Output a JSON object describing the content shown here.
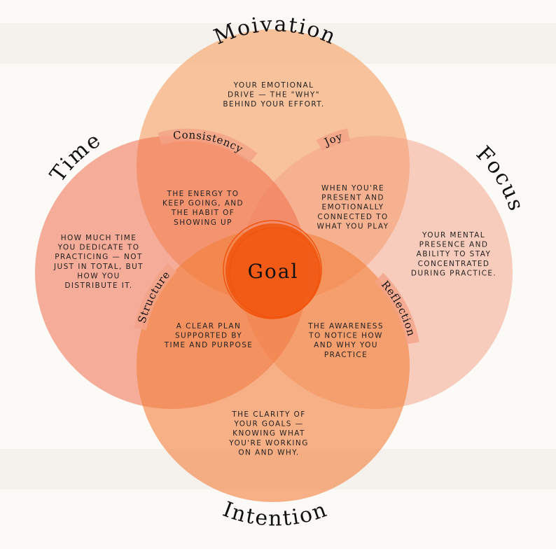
{
  "colors": {
    "background": "#fcfaf6",
    "band": "#f5f2ed",
    "motivation": "#f6ac78",
    "focus": "#f4a287",
    "time": "#ef6f4e",
    "intention": "#f37f3a",
    "goal": "#f0530c",
    "text": "#222222"
  },
  "circles": {
    "motivation": {
      "title": "Moivation",
      "lines": [
        "YOUR EMOTIONAL",
        "DRIVE — THE \"WHY\"",
        "BEHIND YOUR EFFORT."
      ]
    },
    "focus": {
      "title": "Focus",
      "lines": [
        "YOUR MENTAL",
        "PRESENCE AND",
        "ABILITY TO STAY",
        "CONCENTRATED",
        "DURING PRACTICE."
      ]
    },
    "time": {
      "title": "Time",
      "lines": [
        "HOW MUCH TIME",
        "YOU DEDICATE TO",
        "PRACTICING — NOT",
        "JUST IN TOTAL, BUT",
        "HOW YOU",
        "DISTRIBUTE IT."
      ]
    },
    "intention": {
      "title": "Intention",
      "lines": [
        "THE CLARITY OF",
        "YOUR GOALS —",
        "KNOWING WHAT",
        "YOU'RE WORKING",
        "ON AND WHY."
      ]
    }
  },
  "overlaps": {
    "consistency": {
      "title": "Consistency",
      "lines": [
        "THE ENERGY TO",
        "KEEP GOING, AND",
        "THE HABIT OF",
        "SHOWING UP"
      ]
    },
    "joy": {
      "title": "Joy",
      "lines": [
        "WHEN YOU'RE",
        "PRESENT AND",
        "EMOTIONALLY",
        "CONNECTED TO",
        "WHAT YOU PLAY"
      ]
    },
    "structure": {
      "title": "Structure",
      "lines": [
        "A CLEAR PLAN",
        "SUPPORTED BY",
        "TIME AND PURPOSE"
      ]
    },
    "reflection": {
      "title": "Reflection",
      "lines": [
        "THE AWARENESS",
        "TO NOTICE HOW",
        "AND WHY YOU",
        "PRACTICE"
      ]
    }
  },
  "center": {
    "label": "Goal"
  }
}
